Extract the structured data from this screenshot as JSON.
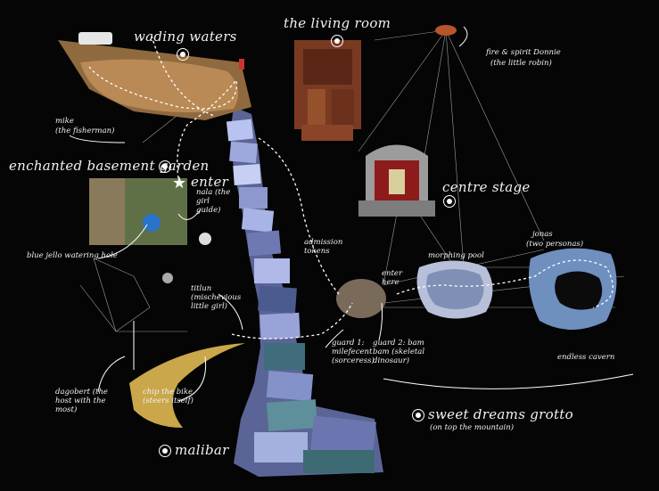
{
  "locations": {
    "wading_waters": "wading waters",
    "living_room": "the living room",
    "enchanted_basement_garden": "enchanted basement garden",
    "enter": "enter",
    "centre_stage": "centre stage",
    "sweet_dreams_grotto": "sweet dreams grotto",
    "sweet_dreams_grotto_sub": "(on top the mountain)",
    "malibar": "malibar"
  },
  "annotations": {
    "fire_spirit": "fire & spirit Donnie",
    "fire_spirit_sub": "(the little robin)",
    "mike": "mike",
    "mike_sub": "(the fisherman)",
    "nala": "nala (the girl guide)",
    "blue_jello": "blue jello watering hole",
    "admission_tokens": "admission tokens",
    "enter_here": "enter here",
    "morphing_pool": "morphing pool",
    "jonas": "jonas",
    "jonas_sub": "(two personas)",
    "titlun": "titlun (mischevious little girl)",
    "guard1": "guard 1: milefecent (sorceress)",
    "guard2": "guard 2: bam bam (skeletal dinosaur)",
    "endless_cavern": "endless cavern",
    "dagobert": "dagobert (the host with the most)",
    "chip": "chip the bike (steers itself)"
  },
  "colors": {
    "background": "#050505",
    "label": "#f2f2f2",
    "path_line": "#ffffff",
    "mountain_blue": "#8a97c8",
    "wood": "#7a3a22",
    "pool_blue": "#6f8fbf"
  }
}
